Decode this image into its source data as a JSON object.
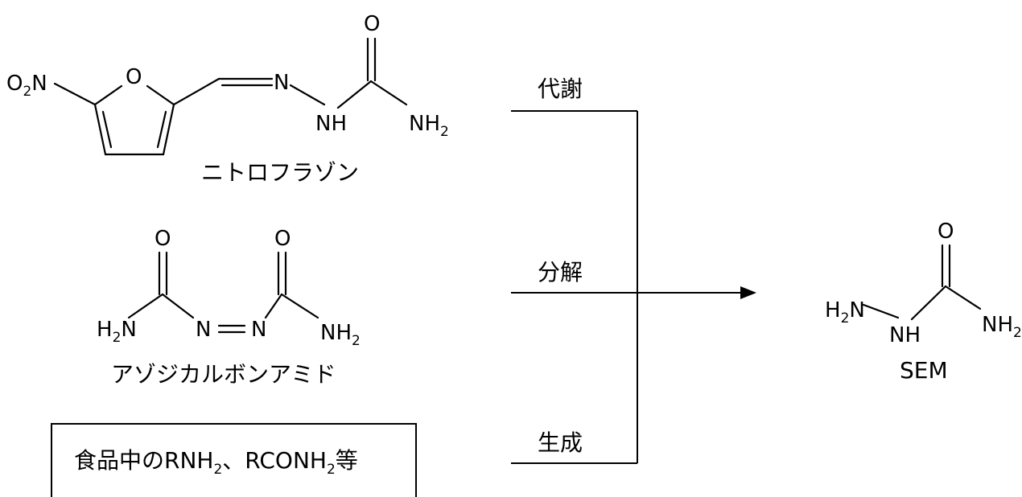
{
  "compounds": {
    "nitrofurazone": {
      "name": "ニトロフラゾン",
      "atoms": {
        "o2n_main": "O",
        "o2n_sub": "2",
        "o2n_tail": "N",
        "ring_o": "O",
        "n_imine": "N",
        "nh": "NH",
        "o_carbonyl": "O",
        "nh2_main": "NH",
        "nh2_sub": "2"
      }
    },
    "azodicarbonamide": {
      "name": "アゾジカルボンアミド",
      "atoms": {
        "o_left": "O",
        "o_right": "O",
        "h2n_h": "H",
        "h2n_sub": "2",
        "h2n_n": "N",
        "n_left": "N",
        "n_right": "N",
        "nh2_main": "NH",
        "nh2_sub": "2"
      }
    },
    "food_box": {
      "part1": "食品中のRNH",
      "sub1": "2",
      "part2": "、RCONH",
      "sub2": "2",
      "part3": "等"
    },
    "sem": {
      "name": "SEM",
      "atoms": {
        "o": "O",
        "h2n_h": "H",
        "h2n_sub": "2",
        "h2n_n": "N",
        "nh": "NH",
        "nh2_main": "NH",
        "nh2_sub": "2"
      }
    }
  },
  "process_labels": {
    "metabolism": "代謝",
    "decomposition": "分解",
    "generation": "生成"
  }
}
